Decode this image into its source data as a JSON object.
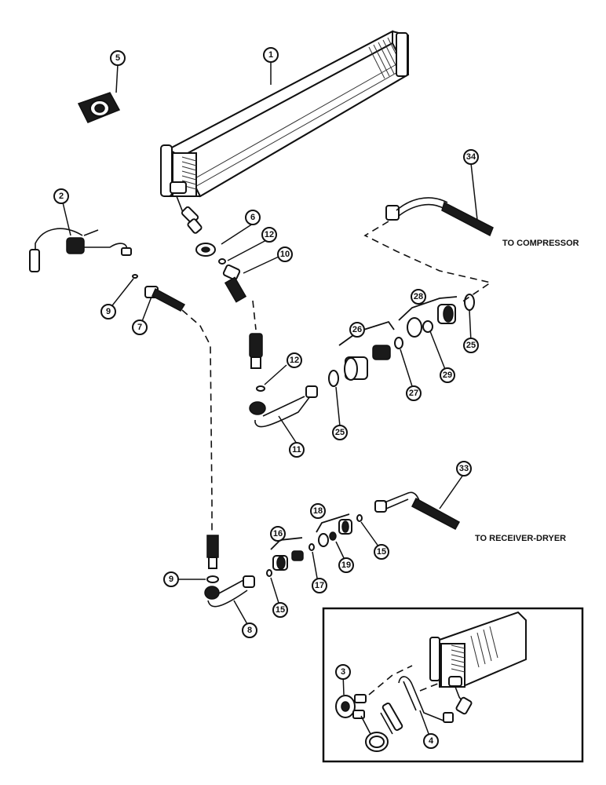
{
  "callouts": {
    "c1": "1",
    "c2": "2",
    "c3": "3",
    "c4": "4",
    "c5": "5",
    "c6": "6",
    "c7": "7",
    "c8": "8",
    "c9a": "9",
    "c9b": "9",
    "c10": "10",
    "c11": "11",
    "c12a": "12",
    "c12b": "12",
    "c15a": "15",
    "c15b": "15",
    "c16": "16",
    "c17": "17",
    "c18": "18",
    "c19": "19",
    "c25a": "25",
    "c25b": "25",
    "c26": "26",
    "c27": "27",
    "c28": "28",
    "c29": "29",
    "c33": "33",
    "c34": "34"
  },
  "labels": {
    "to_compressor": "TO COMPRESSOR",
    "to_receiver_dryer": "TO RECEIVER-DRYER"
  }
}
